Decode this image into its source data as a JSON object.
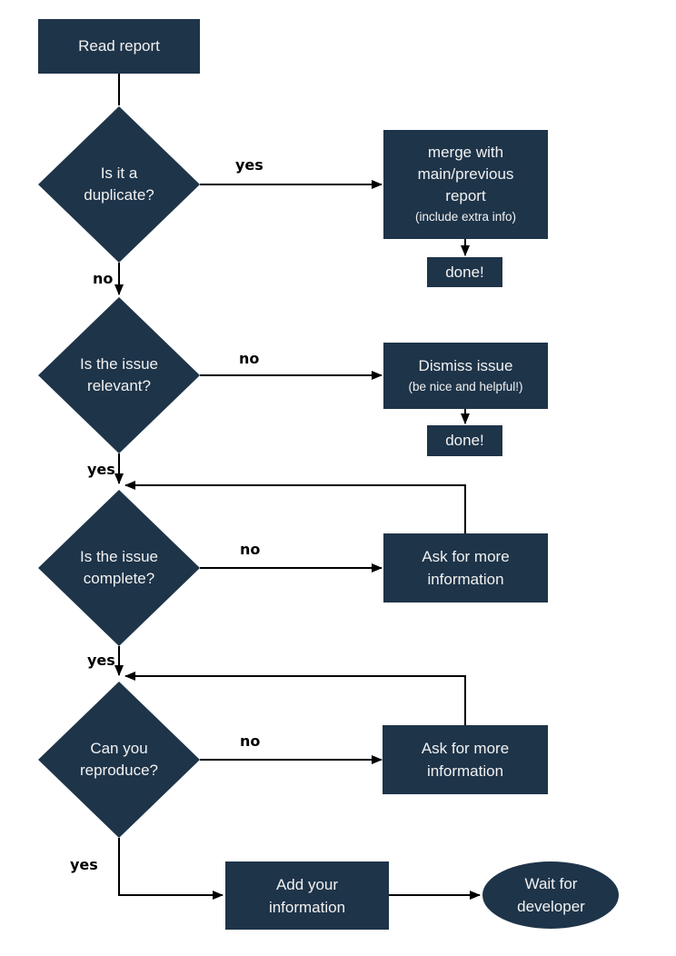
{
  "colors": {
    "node_fill": "#1e3449",
    "node_text": "#f1f1f1",
    "connector": "#000000",
    "edge_label_text": "#000000",
    "background": "#ffffff"
  },
  "nodes": {
    "read_report": {
      "label": "Read report"
    },
    "is_duplicate": {
      "line1": "Is it a",
      "line2": "duplicate?"
    },
    "merge": {
      "line1": "merge with",
      "line2": "main/previous",
      "line3": "report",
      "note": "(include extra info)"
    },
    "done_merge": {
      "label": "done!"
    },
    "is_relevant": {
      "line1": "Is the issue",
      "line2": "relevant?"
    },
    "dismiss": {
      "line1": "Dismiss issue",
      "note": "(be nice and helpful!)"
    },
    "done_dismiss": {
      "label": "done!"
    },
    "is_complete": {
      "line1": "Is the issue",
      "line2": "complete?"
    },
    "ask_more_1": {
      "line1": "Ask for more",
      "line2": "information"
    },
    "can_reproduce": {
      "line1": "Can you",
      "line2": "reproduce?"
    },
    "ask_more_2": {
      "line1": "Ask for more",
      "line2": "information"
    },
    "add_info": {
      "line1": "Add your",
      "line2": "information"
    },
    "wait_developer": {
      "line1": "Wait for",
      "line2": "developer"
    }
  },
  "edge_labels": {
    "duplicate_yes": "yes",
    "duplicate_no": "no",
    "relevant_no": "no",
    "relevant_yes": "yes",
    "complete_no": "no",
    "complete_yes": "yes",
    "reproduce_no": "no",
    "reproduce_yes": "yes"
  }
}
